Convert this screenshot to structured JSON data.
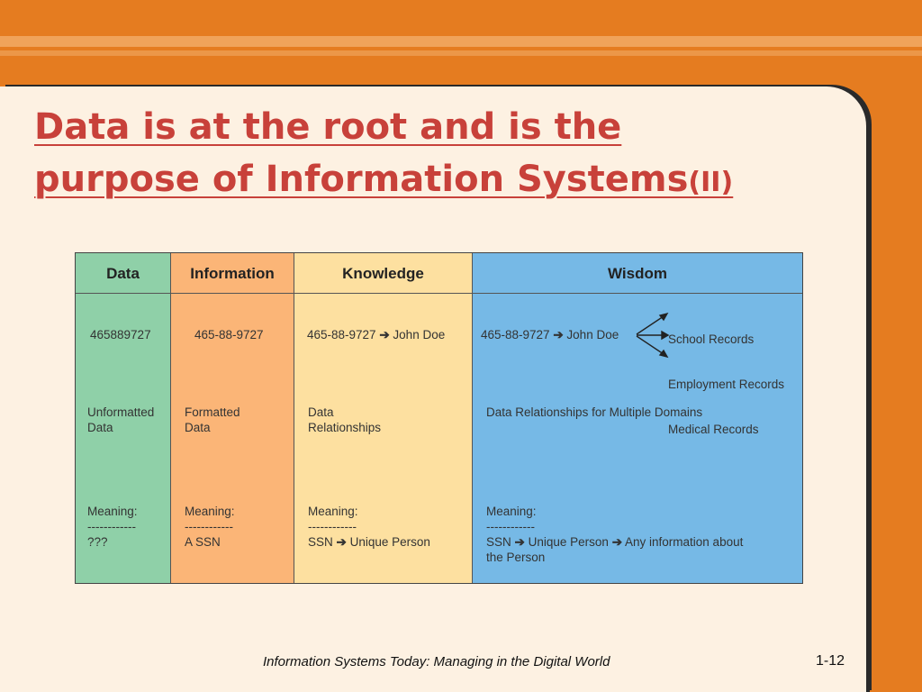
{
  "title": {
    "line1": "Data is at the root and is the",
    "line2": "purpose of Information Systems",
    "suffix": "(II)"
  },
  "table": {
    "headers": {
      "data": "Data",
      "information": "Information",
      "knowledge": "Knowledge",
      "wisdom": "Wisdom"
    },
    "row1": {
      "data": "465889727",
      "information": "465-88-9727",
      "knowledge_left": "465-88-9727",
      "knowledge_right": "John Doe",
      "wisdom_left": "465-88-9727",
      "wisdom_right": "John Doe",
      "wisdom_targets": [
        "School Records",
        "Employment Records",
        "Medical Records"
      ]
    },
    "row2": {
      "data": "Unformatted\nData",
      "information": "Formatted\nData",
      "knowledge": "Data\nRelationships",
      "wisdom": "Data Relationships for Multiple Domains"
    },
    "row3": {
      "label": "Meaning:",
      "rule": "------------",
      "data": "???",
      "information": "A SSN",
      "knowledge_a": "SSN",
      "knowledge_b": "Unique Person",
      "wisdom_a": "SSN",
      "wisdom_b": "Unique Person",
      "wisdom_c": "Any information about",
      "wisdom_d": "the Person"
    }
  },
  "footer": {
    "text": "Information Systems Today: Managing in the Digital World",
    "page": "1-12"
  }
}
